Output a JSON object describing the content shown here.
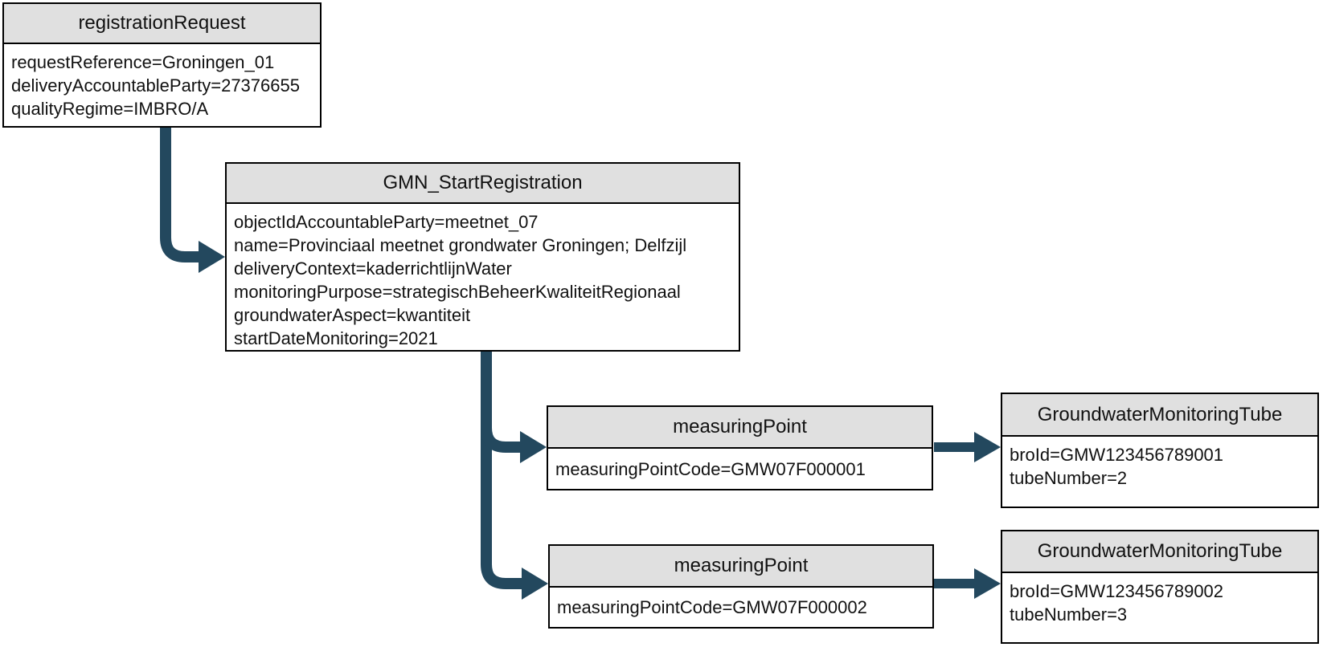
{
  "diagram": {
    "colors": {
      "arrow": "#23485e",
      "header_bg": "#e0e0e0",
      "border": "#000000"
    },
    "nodes": {
      "registration_request": {
        "title": "registrationRequest",
        "attributes": [
          "requestReference=Groningen_01",
          "deliveryAccountableParty=27376655",
          "qualityRegime=IMBRO/A"
        ]
      },
      "gmn_start_registration": {
        "title": "GMN_StartRegistration",
        "attributes": [
          "objectIdAccountableParty=meetnet_07",
          "name=Provinciaal meetnet grondwater Groningen; Delfzijl",
          "deliveryContext=kaderrichtlijnWater",
          "monitoringPurpose=strategischBeheerKwaliteitRegionaal",
          "groundwaterAspect=kwantiteit",
          "startDateMonitoring=2021"
        ]
      },
      "measuring_point_1": {
        "title": "measuringPoint",
        "attributes": [
          "measuringPointCode=GMW07F000001"
        ]
      },
      "groundwater_monitoring_tube_1": {
        "title": "GroundwaterMonitoringTube",
        "attributes": [
          "broId=GMW123456789001",
          "tubeNumber=2"
        ]
      },
      "measuring_point_2": {
        "title": "measuringPoint",
        "attributes": [
          "measuringPointCode=GMW07F000002"
        ]
      },
      "groundwater_monitoring_tube_2": {
        "title": "GroundwaterMonitoringTube",
        "attributes": [
          "broId=GMW123456789002",
          "tubeNumber=3"
        ]
      }
    }
  }
}
